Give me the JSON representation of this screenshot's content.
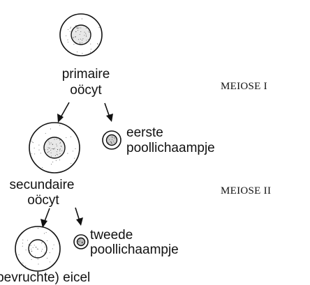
{
  "labels": {
    "primary_oocyte_line1": "primaire",
    "primary_oocyte_line2": "oöcyt",
    "secondary_oocyte_line1": "secundaire",
    "secondary_oocyte_line2": "oöcyt",
    "first_polar_body_line1": "eerste",
    "first_polar_body_line2": "poollichaampje",
    "second_polar_body_line1": "tweede",
    "second_polar_body_line2": "poollichaampje",
    "egg_cell": "(bevruchte) eicel",
    "meiosis_1": "MEIOSE I",
    "meiosis_2": "MEIOSE II"
  },
  "colors": {
    "ink": "#111111",
    "nucleus_fill": "#e8e8e8",
    "background": "#ffffff"
  }
}
